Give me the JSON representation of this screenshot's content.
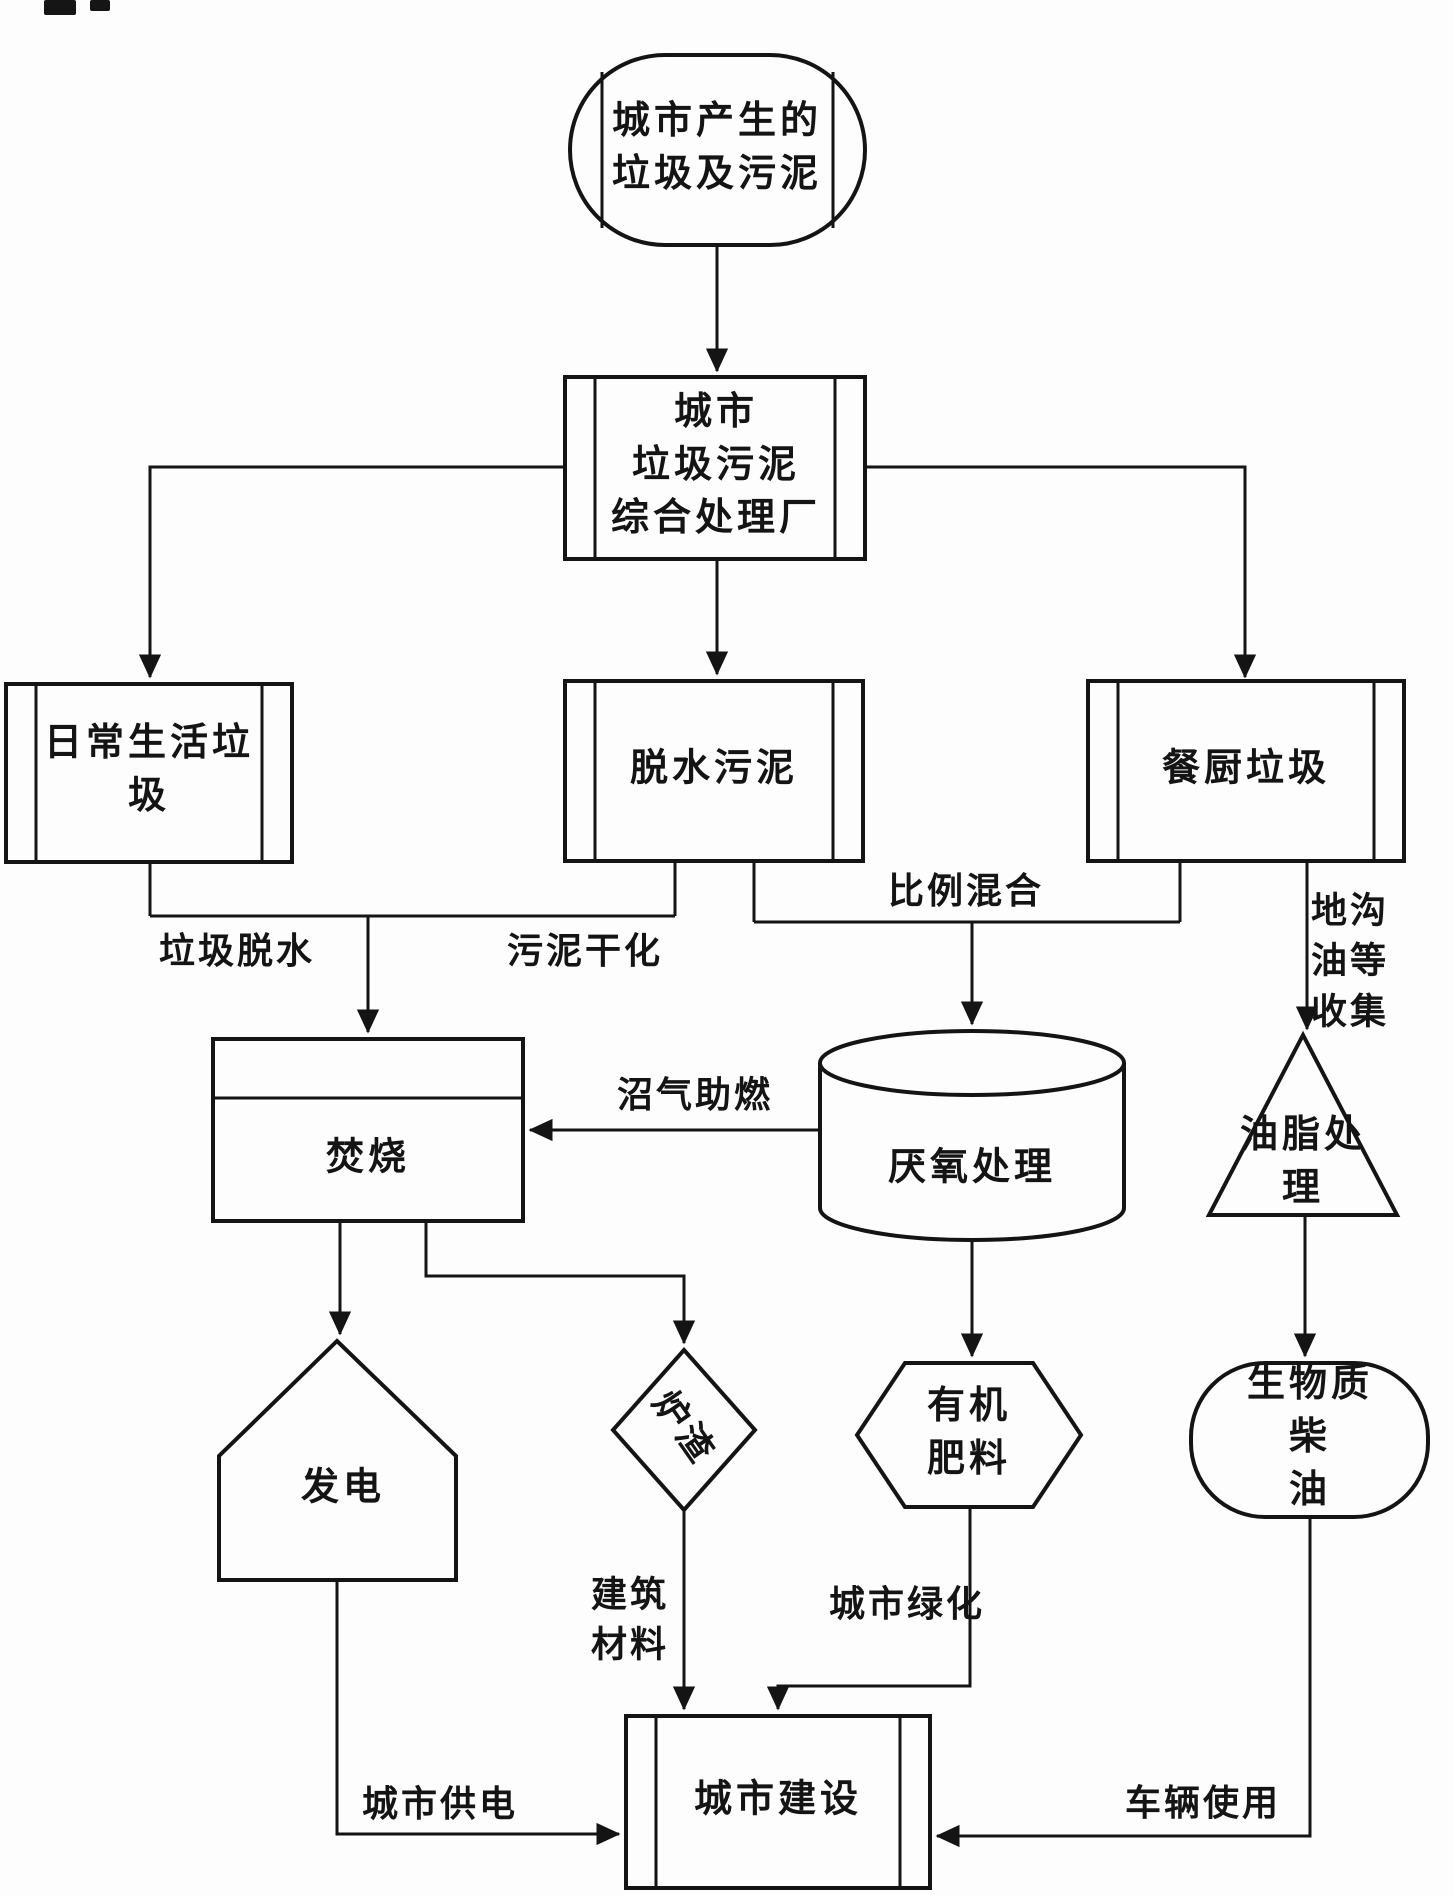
{
  "colors": {
    "ink": "#141414",
    "background": "#fdfdfd"
  },
  "nodes": {
    "source": {
      "label": "城市产生的\n垃圾及污泥"
    },
    "plant": {
      "label": "城市\n垃圾污泥\n综合处理厂"
    },
    "daily_waste": {
      "label": "日常生活垃\n圾"
    },
    "dewatered_sludge": {
      "label": "脱水污泥"
    },
    "kitchen_waste": {
      "label": "餐厨垃圾"
    },
    "incineration": {
      "label": "焚烧"
    },
    "anaerobic_treatment": {
      "label": "厌氧处理"
    },
    "grease_treatment": {
      "label": "油脂处理"
    },
    "power_generation": {
      "label": "发电"
    },
    "slag": {
      "label": "炉渣"
    },
    "organic_fertilizer": {
      "label": "有机\n肥料"
    },
    "biodiesel": {
      "label": "生物质柴\n油"
    },
    "city_construction": {
      "label": "城市建设"
    }
  },
  "edge_labels": {
    "garbage_dewatering": "垃圾脱水",
    "sludge_drying": "污泥干化",
    "proportional_mixing": "比例混合",
    "gutter_oil_collection": "地沟油等\n收集",
    "biogas_support": "沼气助燃",
    "building_materials": "建筑\n材料",
    "urban_greening": "城市绿化",
    "city_power_supply": "城市供电",
    "vehicle_use": "车辆使用"
  }
}
